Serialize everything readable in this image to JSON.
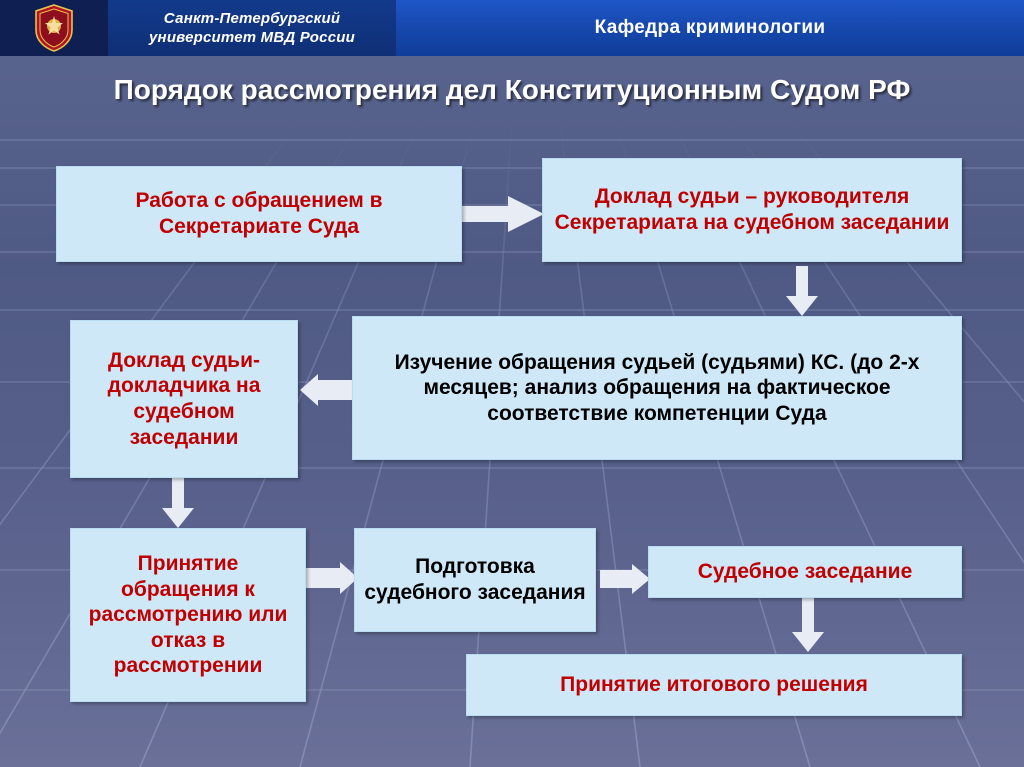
{
  "header": {
    "emblem_name": "mvd-emblem-icon",
    "university_line1": "Санкт-Петербургский",
    "university_line2": "университет МВД России",
    "department": "Кафедра криминологии"
  },
  "title": "Порядок рассмотрения дел Конституционным Судом РФ",
  "colors": {
    "box_fill": "#cfe8f7",
    "red_text": "#c00000",
    "black_text": "#000000",
    "header_blue": "#1648ad",
    "arrow": "#e8ecf5"
  },
  "diagram": {
    "type": "flowchart",
    "boxes": [
      {
        "id": "b1",
        "text": "Работа с обращением в Секретариате Суда",
        "color": "red"
      },
      {
        "id": "b2",
        "text": "Доклад судьи – руководителя Секретариата на судебном заседании",
        "color": "red"
      },
      {
        "id": "b3",
        "text": "Изучение обращения судьей (судьями) КС. (до 2-х месяцев; анализ обращения на фактическое соответствие компетенции Суда",
        "color": "black"
      },
      {
        "id": "b4",
        "text": "Доклад судьи-докладчика на судебном заседании",
        "color": "red"
      },
      {
        "id": "b5",
        "text": "Принятие обращения к рассмотрению или отказ в рассмотрении",
        "color": "red"
      },
      {
        "id": "b6",
        "text": "Подготовка судебного заседания",
        "color": "black"
      },
      {
        "id": "b7",
        "text": "Судебное заседание",
        "color": "red"
      },
      {
        "id": "b8",
        "text": "Принятие итогового решения",
        "color": "red"
      }
    ],
    "edges": [
      {
        "from": "b1",
        "to": "b2"
      },
      {
        "from": "b2",
        "to": "b3"
      },
      {
        "from": "b3",
        "to": "b4"
      },
      {
        "from": "b4",
        "to": "b5"
      },
      {
        "from": "b5",
        "to": "b6"
      },
      {
        "from": "b6",
        "to": "b7"
      },
      {
        "from": "b7",
        "to": "b8"
      }
    ]
  }
}
